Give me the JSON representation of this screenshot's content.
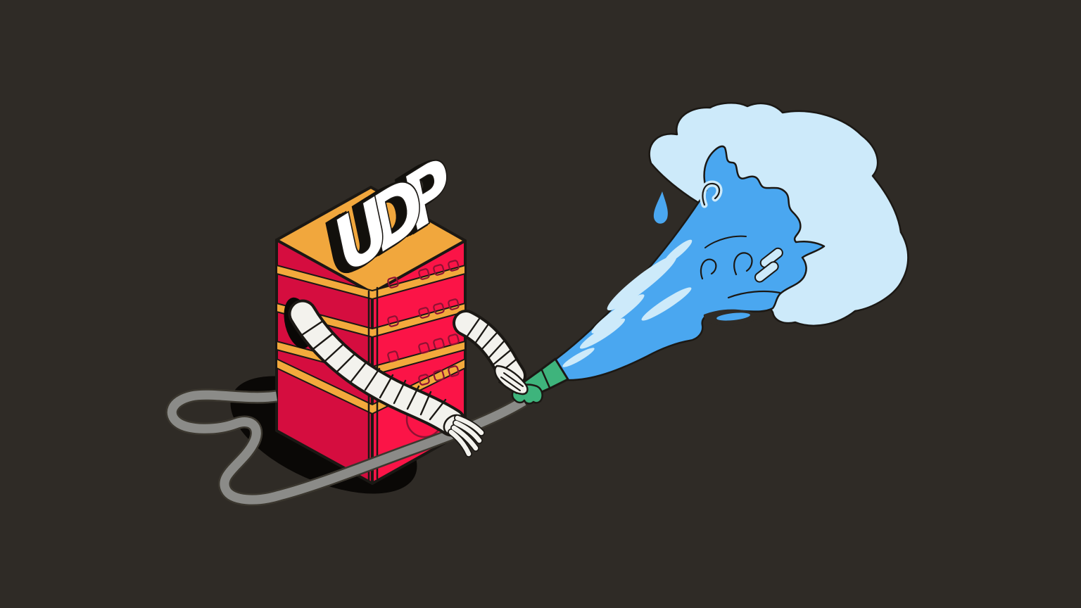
{
  "illustration": {
    "label": "UDP",
    "letters": [
      "U",
      "D",
      "P"
    ]
  },
  "colors": {
    "background": "#2f2b26",
    "shadow": "#0a0806",
    "server_side": "#d50d3f",
    "server_front": "#fb1447",
    "server_top": "#f1a73d",
    "stripe": "#f3a93c",
    "vent_outline": "#8f1233",
    "outline": "#1b1814",
    "cable": "#8b8b88",
    "cable_outline": "#3b372f",
    "arm": "#f3f2ed",
    "nozzle": "#3eb47c",
    "water": "#4aa7f0",
    "water_light": "#cdeafa",
    "label_face": "#ffffff",
    "label_depth": "#12100c"
  }
}
